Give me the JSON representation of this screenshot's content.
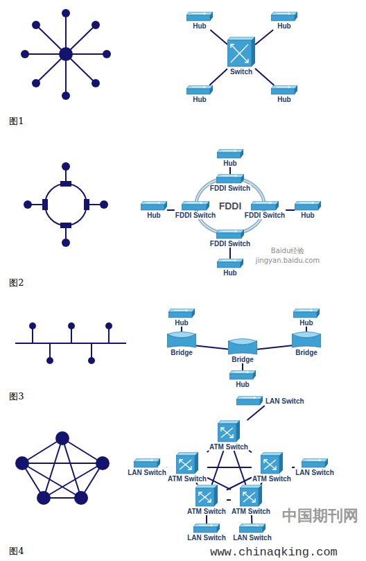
{
  "diagram": {
    "nodes": [
      {
        "text": [
          "Switch"
        ]
      },
      {
        "text": [
          "Hub"
        ]
      },
      {
        "text": [
          "Hub"
        ]
      },
      {
        "text": [
          "Hub"
        ]
      },
      {
        "text": [
          "Hub"
        ]
      },
      {
        "text": [
          "FDDI"
        ]
      },
      {
        "text": [
          "Hub"
        ]
      },
      {
        "text": [
          "FDDI Switch"
        ]
      },
      {
        "text": [
          "Hub"
        ]
      },
      {
        "text": [
          "FDDI Switch"
        ]
      },
      {
        "text": [
          "FDDI Switch"
        ]
      },
      {
        "text": [
          "Hub"
        ]
      },
      {
        "text": [
          "FDDI Switch"
        ]
      },
      {
        "text": [
          "Hub"
        ]
      },
      {
        "text": [
          "Hub"
        ]
      },
      {
        "text": [
          "Hub"
        ]
      },
      {
        "text": [
          "Bridge"
        ]
      },
      {
        "text": [
          "Bridge"
        ]
      },
      {
        "text": [
          "Bridge"
        ]
      },
      {
        "text": [
          "Hub"
        ]
      },
      {
        "text": [
          "LAN Switch"
        ]
      },
      {
        "text": [
          "ATM Switch"
        ]
      },
      {
        "text": [
          "LAN Switch"
        ]
      },
      {
        "text": [
          "ATM Switch"
        ]
      },
      {
        "text": [
          "ATM Switch"
        ]
      },
      {
        "text": [
          "LAN Switch"
        ]
      },
      {
        "text": [
          "ATM Switch"
        ]
      },
      {
        "text": [
          "ATM Switch"
        ]
      },
      {
        "text": [
          "LAN Switch"
        ]
      },
      {
        "text": [
          "LAN Switch"
        ]
      }
    ],
    "edges": [
      {
        "from": 0,
        "to": 1,
        "arrow": "none"
      },
      {
        "from": 0,
        "to": 2,
        "arrow": "none"
      },
      {
        "from": 0,
        "to": 3,
        "arrow": "none"
      },
      {
        "from": 0,
        "to": 4,
        "arrow": "none"
      },
      {
        "from": 6,
        "to": 7,
        "arrow": "none"
      },
      {
        "from": 8,
        "to": 9,
        "arrow": "none"
      },
      {
        "from": 10,
        "to": 11,
        "arrow": "none"
      },
      {
        "from": 12,
        "to": 13,
        "arrow": "none"
      },
      {
        "from": 14,
        "to": 16,
        "arrow": "none"
      },
      {
        "from": 15,
        "to": 18,
        "arrow": "none"
      },
      {
        "from": 17,
        "to": 19,
        "arrow": "none"
      },
      {
        "from": 16,
        "to": 17,
        "arrow": "none"
      },
      {
        "from": 17,
        "to": 18,
        "arrow": "none"
      },
      {
        "from": 20,
        "to": 21,
        "arrow": "none"
      },
      {
        "from": 22,
        "to": 23,
        "arrow": "none"
      },
      {
        "from": 24,
        "to": 25,
        "arrow": "none"
      },
      {
        "from": 26,
        "to": 28,
        "arrow": "none"
      },
      {
        "from": 27,
        "to": 29,
        "arrow": "none"
      },
      {
        "from": 21,
        "to": 23,
        "arrow": "none"
      },
      {
        "from": 21,
        "to": 24,
        "arrow": "none"
      },
      {
        "from": 21,
        "to": 26,
        "arrow": "none"
      },
      {
        "from": 21,
        "to": 27,
        "arrow": "none"
      },
      {
        "from": 23,
        "to": 24,
        "arrow": "none"
      },
      {
        "from": 23,
        "to": 26,
        "arrow": "none"
      },
      {
        "from": 23,
        "to": 27,
        "arrow": "none"
      },
      {
        "from": 24,
        "to": 26,
        "arrow": "none"
      },
      {
        "from": 24,
        "to": 27,
        "arrow": "none"
      },
      {
        "from": 26,
        "to": 27,
        "arrow": "none"
      }
    ],
    "labels": [
      "图1",
      "图2",
      "图3",
      "图4",
      "Baidu经验",
      "jingyan.baidu.com",
      "中国期刊网",
      "www.chinaqking.com"
    ]
  }
}
